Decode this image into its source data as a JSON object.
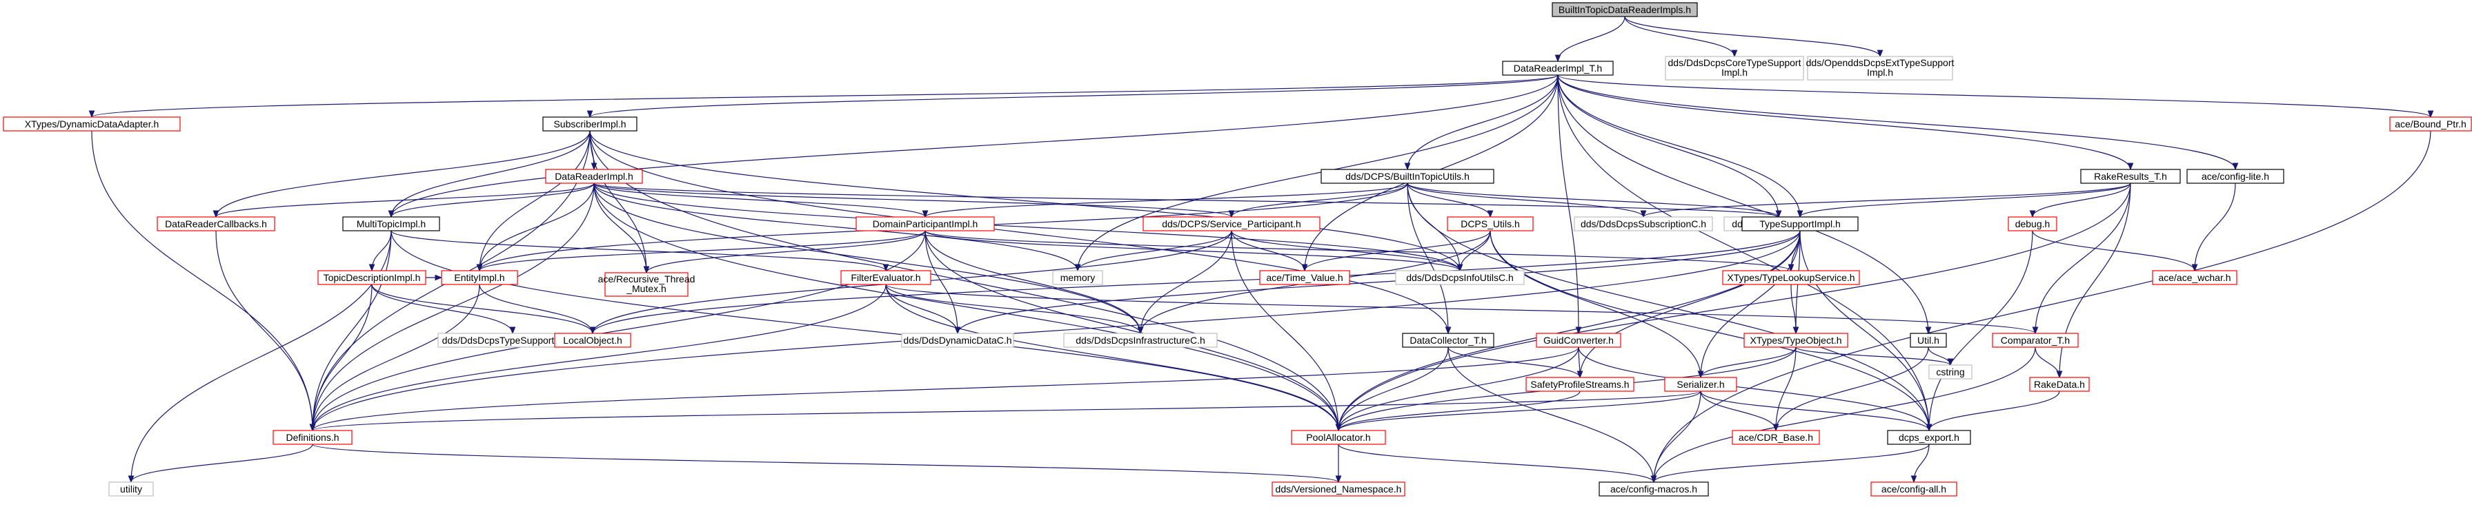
{
  "colors": {
    "edge": "#191970",
    "black": "#000000",
    "red": "#ff0000",
    "grey": "#bfbfbf",
    "root_fill": "#bfbfbf",
    "fill": "#ffffff"
  },
  "nodes": [
    {
      "id": "root",
      "label": [
        "BuiltInTopicDataReaderImpls.h"
      ],
      "style": "root"
    },
    {
      "id": "drit",
      "label": [
        "DataReaderImpl_T.h"
      ],
      "style": "black"
    },
    {
      "id": "ddcts",
      "label": [
        "dds/DdsDcpsCoreTypeSupport",
        "Impl.h"
      ],
      "style": "grey"
    },
    {
      "id": "odets",
      "label": [
        "dds/OpenddsDcpsExtTypeSupport",
        "Impl.h"
      ],
      "style": "grey"
    },
    {
      "id": "xdda",
      "label": [
        "XTypes/DynamicDataAdapter.h"
      ],
      "style": "red"
    },
    {
      "id": "subimpl",
      "label": [
        "SubscriberImpl.h"
      ],
      "style": "black"
    },
    {
      "id": "bitu",
      "label": [
        "dds/DCPS/BuiltInTopicUtils.h"
      ],
      "style": "black"
    },
    {
      "id": "rrt",
      "label": [
        "RakeResults_T.h"
      ],
      "style": "black"
    },
    {
      "id": "cfglite",
      "label": [
        "ace/config-lite.h"
      ],
      "style": "black"
    },
    {
      "id": "boundptr",
      "label": [
        "ace/Bound_Ptr.h"
      ],
      "style": "red"
    },
    {
      "id": "dri",
      "label": [
        "DataReaderImpl.h"
      ],
      "style": "red"
    },
    {
      "id": "drcb",
      "label": [
        "DataReaderCallbacks.h"
      ],
      "style": "red"
    },
    {
      "id": "mti",
      "label": [
        "MultiTopicImpl.h"
      ],
      "style": "black"
    },
    {
      "id": "dpi",
      "label": [
        "DomainParticipantImpl.h"
      ],
      "style": "red"
    },
    {
      "id": "sp",
      "label": [
        "dds/DCPS/Service_Participant.h"
      ],
      "style": "red"
    },
    {
      "id": "dcpsu",
      "label": [
        "DCPS_Utils.h"
      ],
      "style": "red"
    },
    {
      "id": "subc",
      "label": [
        "dds/DdsDcpsSubscriptionC.h"
      ],
      "style": "grey"
    },
    {
      "id": "corec",
      "label": [
        "dds/DdsDcpsCoreC.h"
      ],
      "style": "grey"
    },
    {
      "id": "tsi",
      "label": [
        "TypeSupportImpl.h"
      ],
      "style": "black"
    },
    {
      "id": "debug",
      "label": [
        "debug.h"
      ],
      "style": "red"
    },
    {
      "id": "tdi",
      "label": [
        "TopicDescriptionImpl.h"
      ],
      "style": "red"
    },
    {
      "id": "entity",
      "label": [
        "EntityImpl.h"
      ],
      "style": "red"
    },
    {
      "id": "rtm",
      "label": [
        "ace/Recursive_Thread",
        "_Mutex.h"
      ],
      "style": "red"
    },
    {
      "id": "fe",
      "label": [
        "FilterEvaluator.h"
      ],
      "style": "red"
    },
    {
      "id": "memory",
      "label": [
        "memory"
      ],
      "style": "grey"
    },
    {
      "id": "timev",
      "label": [
        "ace/Time_Value.h"
      ],
      "style": "red"
    },
    {
      "id": "infou",
      "label": [
        "dds/DdsDcpsInfoUtilsC.h"
      ],
      "style": "grey"
    },
    {
      "id": "xtls",
      "label": [
        "XTypes/TypeLookupService.h"
      ],
      "style": "red"
    },
    {
      "id": "acewchar",
      "label": [
        "ace/ace_wchar.h"
      ],
      "style": "red"
    },
    {
      "id": "tsext",
      "label": [
        "dds/DdsDcpsTypeSupportExtC.h"
      ],
      "style": "grey"
    },
    {
      "id": "lobj",
      "label": [
        "LocalObject.h"
      ],
      "style": "red"
    },
    {
      "id": "dync",
      "label": [
        "dds/DdsDynamicDataC.h"
      ],
      "style": "grey"
    },
    {
      "id": "infrac",
      "label": [
        "dds/DdsDcpsInfrastructureC.h"
      ],
      "style": "grey"
    },
    {
      "id": "dct",
      "label": [
        "DataCollector_T.h"
      ],
      "style": "black"
    },
    {
      "id": "guidc",
      "label": [
        "GuidConverter.h"
      ],
      "style": "red"
    },
    {
      "id": "xto",
      "label": [
        "XTypes/TypeObject.h"
      ],
      "style": "red"
    },
    {
      "id": "util",
      "label": [
        "Util.h"
      ],
      "style": "black"
    },
    {
      "id": "compt",
      "label": [
        "Comparator_T.h"
      ],
      "style": "red"
    },
    {
      "id": "cstring",
      "label": [
        "cstring"
      ],
      "style": "grey"
    },
    {
      "id": "sps",
      "label": [
        "SafetyProfileStreams.h"
      ],
      "style": "red"
    },
    {
      "id": "ser",
      "label": [
        "Serializer.h"
      ],
      "style": "red"
    },
    {
      "id": "rake",
      "label": [
        "RakeData.h"
      ],
      "style": "red"
    },
    {
      "id": "defs",
      "label": [
        "Definitions.h"
      ],
      "style": "red"
    },
    {
      "id": "pool",
      "label": [
        "PoolAllocator.h"
      ],
      "style": "red"
    },
    {
      "id": "cdr",
      "label": [
        "ace/CDR_Base.h"
      ],
      "style": "red"
    },
    {
      "id": "export",
      "label": [
        "dcps_export.h"
      ],
      "style": "black"
    },
    {
      "id": "utility",
      "label": [
        "utility"
      ],
      "style": "grey"
    },
    {
      "id": "vns",
      "label": [
        "dds/Versioned_Namespace.h"
      ],
      "style": "red"
    },
    {
      "id": "cfgmac",
      "label": [
        "ace/config-macros.h"
      ],
      "style": "black"
    },
    {
      "id": "cfgall",
      "label": [
        "ace/config-all.h"
      ],
      "style": "red"
    }
  ],
  "edges": [
    [
      "root",
      "drit"
    ],
    [
      "root",
      "ddcts"
    ],
    [
      "root",
      "odets"
    ],
    [
      "drit",
      "xdda"
    ],
    [
      "drit",
      "subimpl"
    ],
    [
      "drit",
      "bitu"
    ],
    [
      "drit",
      "rrt"
    ],
    [
      "drit",
      "cfglite"
    ],
    [
      "drit",
      "boundptr"
    ],
    [
      "drit",
      "mti"
    ],
    [
      "drit",
      "memory"
    ],
    [
      "drit",
      "timev"
    ],
    [
      "drit",
      "tsi"
    ],
    [
      "drit",
      "guidc"
    ],
    [
      "drit",
      "util"
    ],
    [
      "drit",
      "export"
    ],
    [
      "drit",
      "corec"
    ],
    [
      "xdda",
      "defs"
    ],
    [
      "subimpl",
      "dri"
    ],
    [
      "subimpl",
      "drcb"
    ],
    [
      "subimpl",
      "mti"
    ],
    [
      "subimpl",
      "entity"
    ],
    [
      "subimpl",
      "rtm"
    ],
    [
      "subimpl",
      "defs"
    ],
    [
      "subimpl",
      "pool"
    ],
    [
      "subimpl",
      "infou"
    ],
    [
      "subimpl",
      "dct"
    ],
    [
      "dri",
      "drcb"
    ],
    [
      "dri",
      "mti"
    ],
    [
      "dri",
      "dpi"
    ],
    [
      "dri",
      "sp"
    ],
    [
      "dri",
      "entity"
    ],
    [
      "dri",
      "rtm"
    ],
    [
      "dri",
      "memory"
    ],
    [
      "dri",
      "infou"
    ],
    [
      "dri",
      "infrac"
    ],
    [
      "dri",
      "pool"
    ],
    [
      "dri",
      "defs"
    ],
    [
      "dri",
      "corec"
    ],
    [
      "drcb",
      "defs"
    ],
    [
      "mti",
      "tdi"
    ],
    [
      "mti",
      "fe"
    ],
    [
      "mti",
      "utility"
    ],
    [
      "mti",
      "pool"
    ],
    [
      "mti",
      "defs"
    ],
    [
      "bitu",
      "dpi"
    ],
    [
      "bitu",
      "sp"
    ],
    [
      "bitu",
      "dcpsu"
    ],
    [
      "bitu",
      "subc"
    ],
    [
      "bitu",
      "corec"
    ],
    [
      "bitu",
      "infou"
    ],
    [
      "bitu",
      "dct"
    ],
    [
      "bitu",
      "export"
    ],
    [
      "bitu",
      "entity"
    ],
    [
      "dpi",
      "entity"
    ],
    [
      "dpi",
      "rtm"
    ],
    [
      "dpi",
      "infou"
    ],
    [
      "dpi",
      "xtls"
    ],
    [
      "dpi",
      "dync"
    ],
    [
      "dpi",
      "infrac"
    ],
    [
      "dpi",
      "pool"
    ],
    [
      "dpi",
      "defs"
    ],
    [
      "sp",
      "memory"
    ],
    [
      "sp",
      "timev"
    ],
    [
      "sp",
      "infou"
    ],
    [
      "sp",
      "infrac"
    ],
    [
      "sp",
      "pool"
    ],
    [
      "sp",
      "lobj"
    ],
    [
      "dcpsu",
      "timev"
    ],
    [
      "dcpsu",
      "infou"
    ],
    [
      "dcpsu",
      "infrac"
    ],
    [
      "dcpsu",
      "ser"
    ],
    [
      "dcpsu",
      "export"
    ],
    [
      "rrt",
      "subc"
    ],
    [
      "rrt",
      "tsi"
    ],
    [
      "rrt",
      "debug"
    ],
    [
      "rrt",
      "compt"
    ],
    [
      "rrt",
      "rake"
    ],
    [
      "rrt",
      "pool"
    ],
    [
      "cfglite",
      "acewchar"
    ],
    [
      "debug",
      "acewchar"
    ],
    [
      "debug",
      "export"
    ],
    [
      "tsi",
      "xtls"
    ],
    [
      "tsi",
      "xto"
    ],
    [
      "tsi",
      "lobj"
    ],
    [
      "tsi",
      "sps"
    ],
    [
      "tsi",
      "ser"
    ],
    [
      "tsi",
      "export"
    ],
    [
      "tsi",
      "dync"
    ],
    [
      "tsi",
      "defs"
    ],
    [
      "tsi",
      "pool"
    ],
    [
      "tdi",
      "entity"
    ],
    [
      "tdi",
      "lobj"
    ],
    [
      "tdi",
      "tsext"
    ],
    [
      "tdi",
      "defs"
    ],
    [
      "entity",
      "lobj"
    ],
    [
      "entity",
      "defs"
    ],
    [
      "fe",
      "dync"
    ],
    [
      "fe",
      "infrac"
    ],
    [
      "fe",
      "compt"
    ],
    [
      "fe",
      "pool"
    ],
    [
      "fe",
      "defs"
    ],
    [
      "xtls",
      "xto"
    ],
    [
      "dct",
      "sps"
    ],
    [
      "dct",
      "pool"
    ],
    [
      "dct",
      "cfgmac"
    ],
    [
      "guidc",
      "sps"
    ],
    [
      "guidc",
      "export"
    ],
    [
      "guidc",
      "pool"
    ],
    [
      "guidc",
      "defs"
    ],
    [
      "xto",
      "ser"
    ],
    [
      "xto",
      "cstring"
    ],
    [
      "xto",
      "cdr"
    ],
    [
      "xto",
      "pool"
    ],
    [
      "util",
      "cstring"
    ],
    [
      "util",
      "cdr"
    ],
    [
      "compt",
      "rake"
    ],
    [
      "compt",
      "cfgmac"
    ],
    [
      "rake",
      "export"
    ],
    [
      "sps",
      "pool"
    ],
    [
      "ser",
      "cdr"
    ],
    [
      "ser",
      "export"
    ],
    [
      "ser",
      "pool"
    ],
    [
      "ser",
      "defs"
    ],
    [
      "ser",
      "cfgmac"
    ],
    [
      "defs",
      "utility"
    ],
    [
      "defs",
      "vns"
    ],
    [
      "pool",
      "vns"
    ],
    [
      "pool",
      "cfgmac"
    ],
    [
      "export",
      "cfgmac"
    ],
    [
      "export",
      "cfgall"
    ],
    [
      "boundptr",
      "cfgmac"
    ]
  ]
}
